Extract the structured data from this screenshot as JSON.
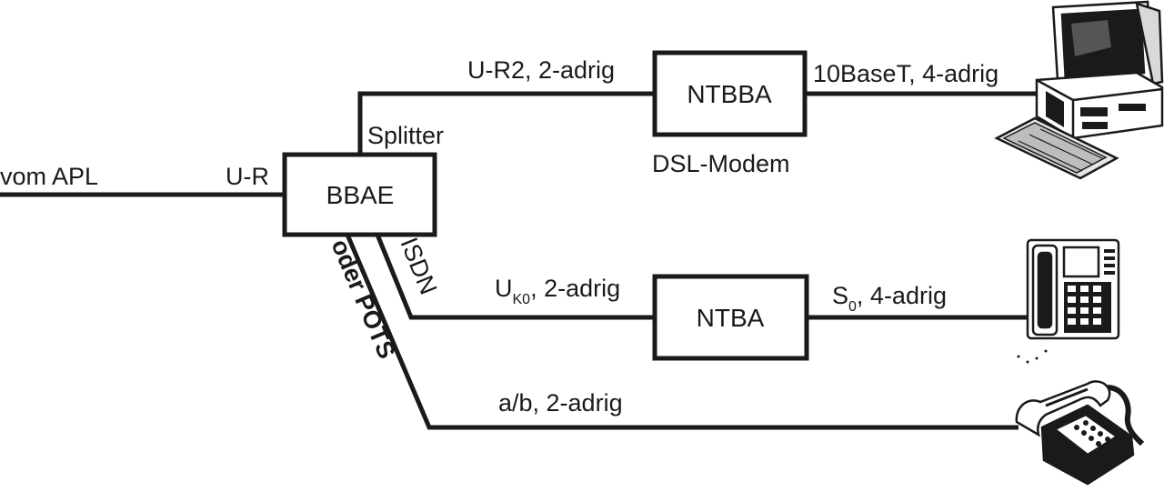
{
  "diagram": {
    "input_label": "vom APL",
    "ur_label": "U-R",
    "splitter_label": "Splitter",
    "bbae_label": "BBAE",
    "ur2_label": "U-R2, 2-adrig",
    "ntbba_label": "NTBBA",
    "dsl_modem_label": "DSL-Modem",
    "tenbaset_label": "10BaseT, 4-adrig",
    "isdn_label": "ISDN",
    "oder_pots_label": "oder POTS",
    "uk0_main": "U",
    "uk0_sub": "K0",
    "uk0_rest": ", 2-adrig",
    "ntba_label": "NTBA",
    "s0_main": "S",
    "s0_sub": "0",
    "s0_rest": ", 4-adrig",
    "ab_label": "a/b, 2-adrig"
  },
  "icons": {
    "computer": "computer-icon",
    "isdn_phone": "isdn-telephone-icon",
    "analog_phone": "analog-telephone-icon"
  },
  "colors": {
    "line": "#1a1a1a",
    "background": "#ffffff"
  }
}
